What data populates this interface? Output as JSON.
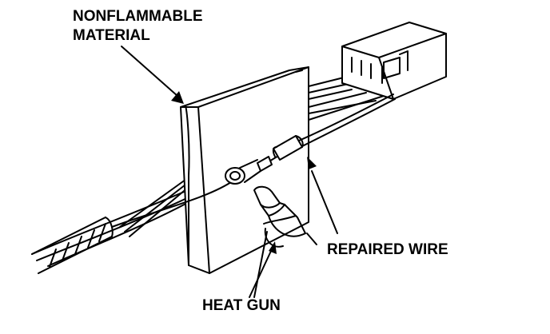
{
  "labels": {
    "nonflammable_line1": "NONFLAMMABLE",
    "nonflammable_line2": "MATERIAL",
    "repaired_wire": "REPAIRED WIRE",
    "heat_gun": "HEAT GUN"
  },
  "colors": {
    "ink": "#000000",
    "paper": "#ffffff"
  }
}
